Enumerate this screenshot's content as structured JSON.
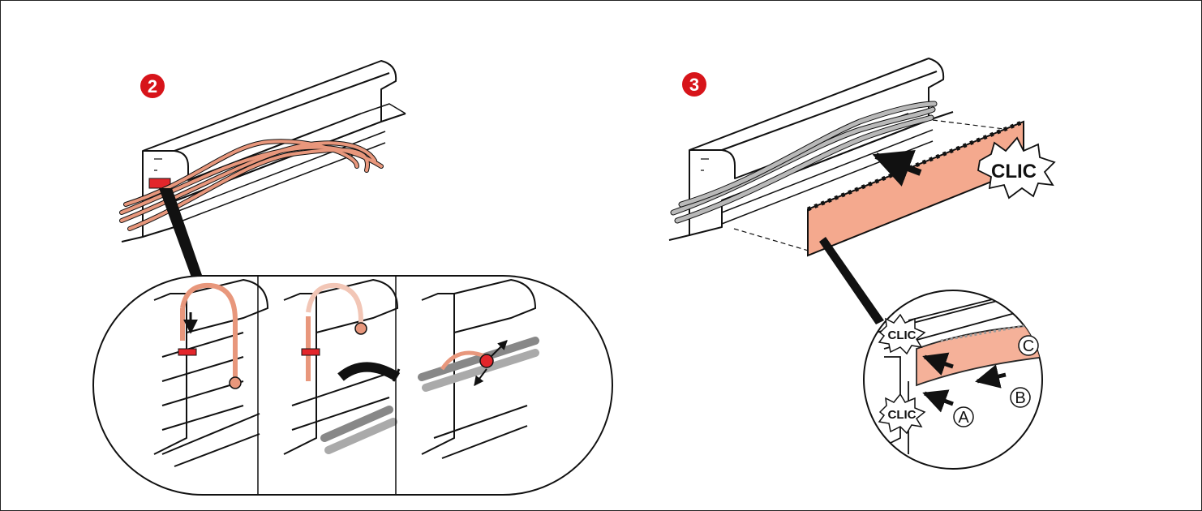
{
  "colors": {
    "badge": "#d7141a",
    "cable_copper": "#e8977c",
    "cable_gray": "#b9b9b9",
    "cover": "#f4a98e",
    "tag_red": "#e3262b",
    "outline": "#111111"
  },
  "step2": {
    "badge": "2",
    "detail_panels": [
      "tie-insert",
      "tie-wrap",
      "tie-tighten"
    ]
  },
  "step3": {
    "badge": "3",
    "clic_main": "CLIC",
    "detail": {
      "clic_top": "CLIC",
      "clic_bottom": "CLIC",
      "label_a": "A",
      "label_b": "B",
      "label_c": "C"
    }
  }
}
